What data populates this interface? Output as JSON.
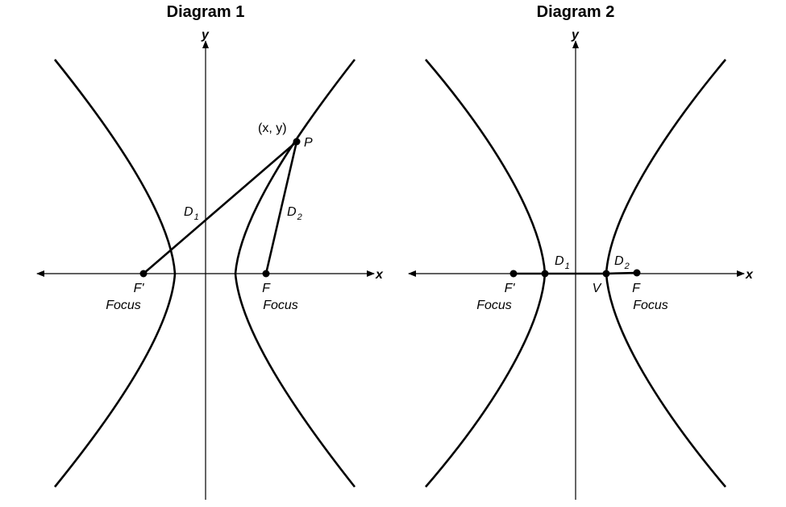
{
  "diagram1": {
    "title": "Diagram 1",
    "x_axis": "x",
    "y_axis": "y",
    "point_coords": "(x, y)",
    "point_label": "P",
    "d1": "D",
    "d1_sub": "1",
    "d2": "D",
    "d2_sub": "2",
    "left_focus_label": "F'",
    "left_focus_text": "Focus",
    "right_focus_label": "F",
    "right_focus_text": "Focus"
  },
  "diagram2": {
    "title": "Diagram 2",
    "x_axis": "x",
    "y_axis": "y",
    "d1": "D",
    "d1_sub": "1",
    "d2": "D",
    "d2_sub": "2",
    "vertex_label": "V",
    "left_focus_label": "F'",
    "left_focus_text": "Focus",
    "right_focus_label": "F",
    "right_focus_text": "Focus"
  },
  "colors": {
    "ink": "#000000",
    "background": "#ffffff"
  }
}
